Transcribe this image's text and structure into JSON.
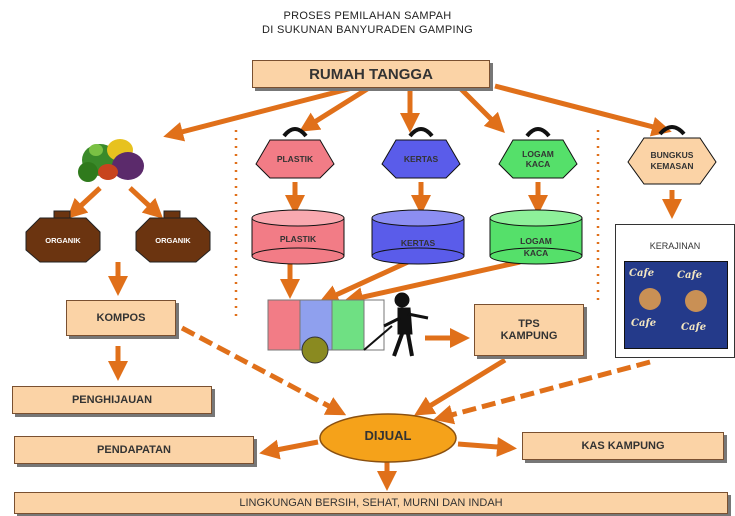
{
  "title": {
    "line1": "PROSES PEMILAHAN SAMPAH",
    "line2": "DI SUKUNAN BANYURADEN GAMPING"
  },
  "nodes": {
    "rumah_tangga": "RUMAH TANGGA",
    "organik_1": "ORGANIK",
    "organik_2": "ORGANIK",
    "plastik_weight": "PLASTIK",
    "kertas_weight": "KERTAS",
    "logam_weight": [
      "LOGAM",
      "KACA"
    ],
    "bungkus_weight": [
      "BUNGKUS",
      "KEMASAN"
    ],
    "plastik_bin": "PLASTIK",
    "kertas_bin": "KERTAS",
    "logam_bin": [
      "LOGAM",
      "KACA"
    ],
    "kerajinan": "KERAJINAN",
    "kerajinan_brand": "Cafe",
    "kompos": "KOMPOS",
    "tps": [
      "TPS",
      "KAMPUNG"
    ],
    "penghijauan": "PENGHIJAUAN",
    "pendapatan": "PENDAPATAN",
    "dijual": "DIJUAL",
    "kas_kampung": "KAS KAMPUNG",
    "lingkungan": "LINGKUNGAN BERSIH, SEHAT, MURNI DAN INDAH"
  },
  "colors": {
    "arrow": "#e0701a",
    "box_fill": "#fbd3a6",
    "organik": "#6b3410",
    "plastik": "#f27c86",
    "kertas": "#5a5cea",
    "logam": "#55e06a",
    "bungkus": "#fbd3a6",
    "dijual": "#f5a21a"
  }
}
